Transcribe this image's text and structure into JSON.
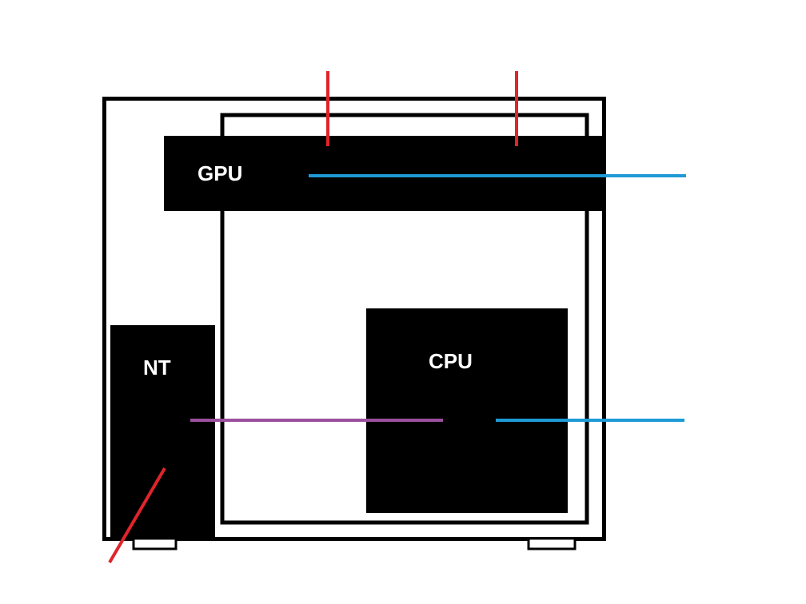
{
  "labels": {
    "gpu": "GPU",
    "cpu": "CPU",
    "psu": "NT"
  },
  "colors": {
    "background": "#ffffff",
    "outline": "#000000",
    "component_fill": "#000000",
    "label_text": "#ffffff",
    "red_line": "#e0242b",
    "blue_line": "#1e9ad6",
    "purple_line": "#9b4f9e"
  }
}
